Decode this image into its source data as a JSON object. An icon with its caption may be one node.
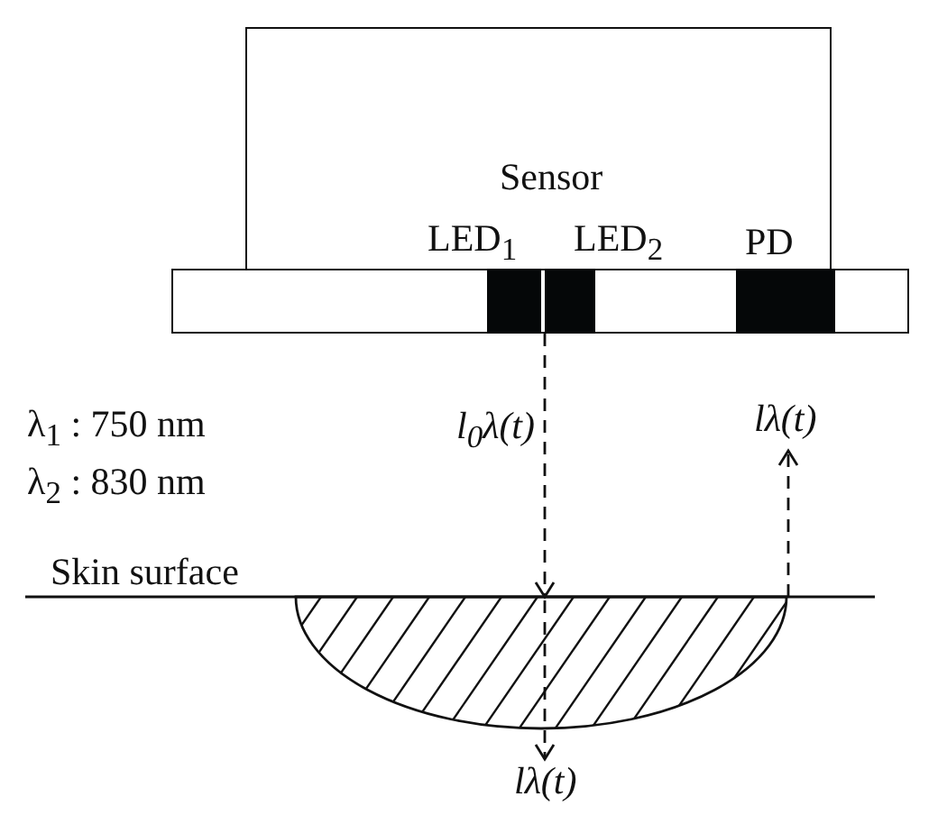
{
  "diagram": {
    "nodes": [
      {
        "text": [
          "Sensor"
        ]
      },
      {
        "text": [],
        "shape": "bar"
      },
      {
        "text": [],
        "shape": "box",
        "in": 1
      },
      {
        "text": [],
        "shape": "box",
        "in": 1
      },
      {
        "text": [],
        "shape": "box",
        "in": 1
      },
      {
        "text": [],
        "shape": "bowl"
      }
    ],
    "edges": [
      {
        "from": 2,
        "to": 5,
        "arrow": "to",
        "style": "dashed",
        "label": "l$_{0}$λ(t)"
      },
      {
        "from": 5,
        "to": null,
        "arrow": "to",
        "style": "dashed",
        "label": "lλ(t)"
      },
      {
        "from": 5,
        "to": null,
        "arrow": "to",
        "style": "dashed",
        "label": "lλ(t)"
      }
    ],
    "labels": [
      "LED$_{1}$",
      "LED$_{2}$",
      "PD",
      "λ$_{1}$ : 750 nm",
      "λ$_{2}$ : 830 nm",
      "Skin surface"
    ]
  }
}
